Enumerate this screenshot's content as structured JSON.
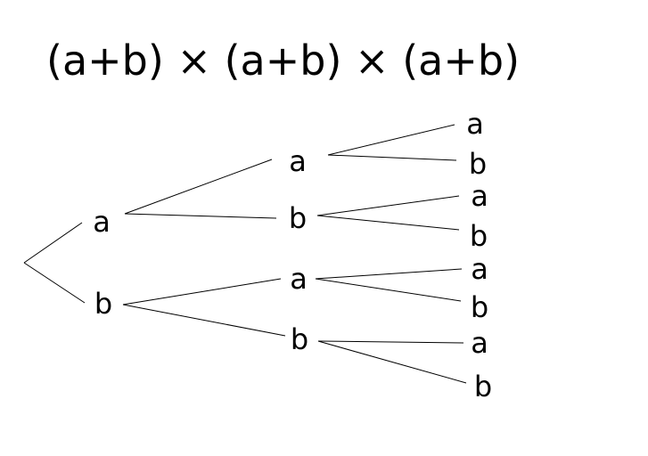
{
  "expression": "(a+b) × (a+b) × (a+b)",
  "tree": {
    "level1": [
      "a",
      "b"
    ],
    "level2": [
      "a",
      "b",
      "a",
      "b"
    ],
    "level3": [
      "a",
      "b",
      "a",
      "b",
      "a",
      "b",
      "a",
      "b"
    ]
  },
  "colors": {
    "line": "#000000",
    "text": "#000000",
    "background": "#ffffff"
  }
}
